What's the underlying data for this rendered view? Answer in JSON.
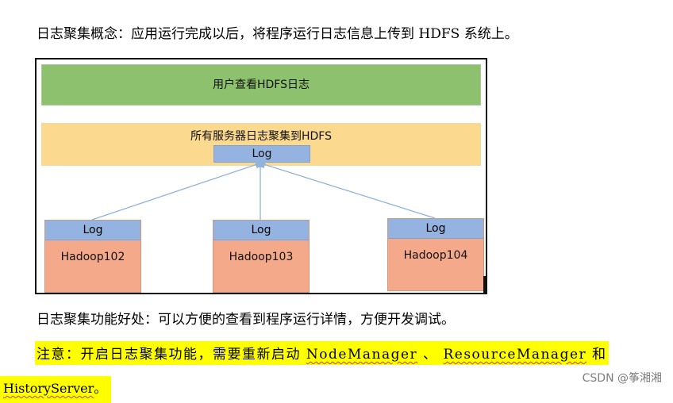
{
  "intro_text": "日志聚集概念：应用运行完成以后，将程序运行日志信息上传到 HDFS 系统上。",
  "diagram": {
    "top_band": "用户查看HDFS日志",
    "mid_band": "所有服务器日志聚集到HDFS",
    "aggregate_log": "Log",
    "nodes": [
      {
        "log": "Log",
        "name": "Hadoop102"
      },
      {
        "log": "Log",
        "name": "Hadoop103"
      },
      {
        "log": "Log",
        "name": "Hadoop104"
      }
    ],
    "colors": {
      "top_band": "#8dc16d",
      "mid_band": "#fbd98f",
      "log_box": "#95b3e0",
      "node_box": "#f4a98b",
      "arrow": "#8fb3d9"
    }
  },
  "benefit_text": "日志聚集功能好处：可以方便的查看到程序运行详情，方便开发调试。",
  "note": {
    "prefix": "注意：开启日志聚集功能，需要重新启动",
    "nodemanager": "NodeManager",
    "separator": " 、",
    "resourcemanager": "ResourceManager",
    "and": "和",
    "historyserver": "HistoryServer",
    "end": "。",
    "highlight_color": "#ffff00"
  },
  "watermark": "CSDN @筝湘湘"
}
